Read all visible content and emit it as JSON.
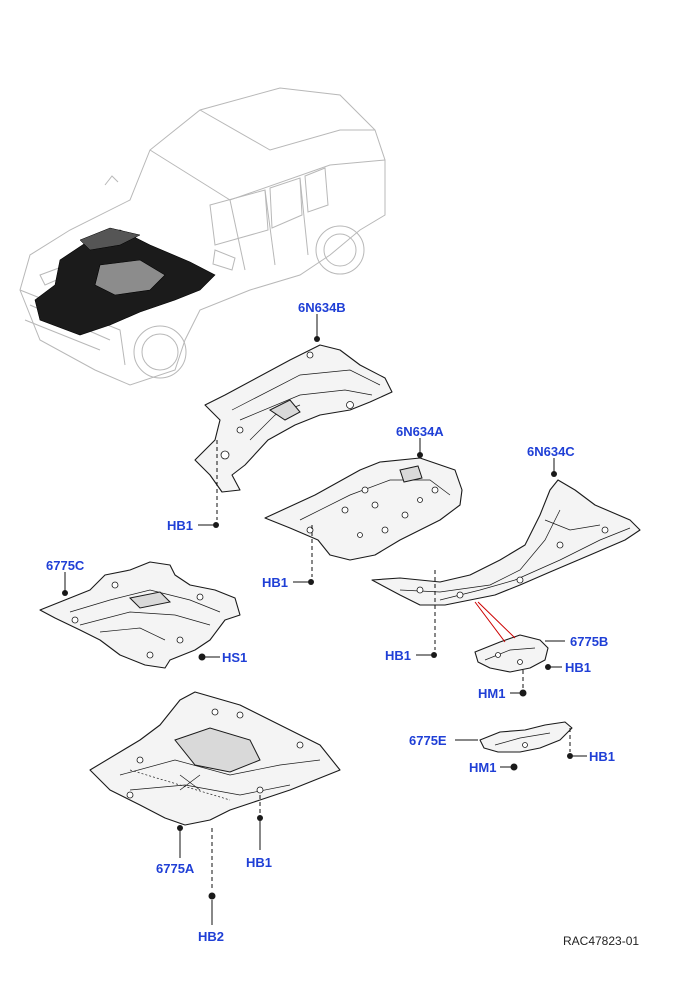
{
  "callouts": {
    "p6N634B": "6N634B",
    "p6N634A": "6N634A",
    "p6N634C": "6N634C",
    "p6775C": "6775C",
    "p6775B": "6775B",
    "p6775E": "6775E",
    "p6775A": "6775A",
    "hb1_b": "HB1",
    "hb1_a": "HB1",
    "hb1_c": "HB1",
    "hb1_6775b": "HB1",
    "hb1_6775e": "HB1",
    "hb1_6775a": "HB1",
    "hs1": "HS1",
    "hm1_b": "HM1",
    "hm1_e": "HM1",
    "hb2": "HB2"
  },
  "reference": "RAC47823-01",
  "colors": {
    "callout": "#1f3fd6",
    "line": "#1a1a1a",
    "car_outline": "#b8b8b8",
    "highlight": "#cc0000"
  }
}
